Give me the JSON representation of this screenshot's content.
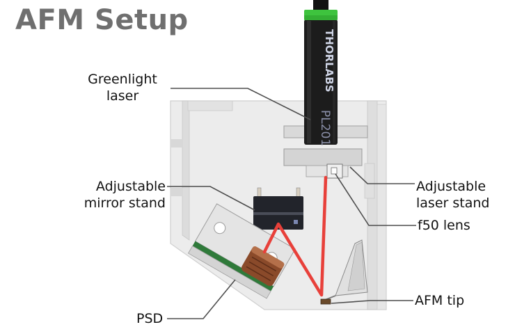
{
  "title": "AFM Setup",
  "labels": {
    "greenlight_laser": [
      "Greenlight",
      "laser"
    ],
    "adjustable_mirror_stand": [
      "Adjustable",
      "mirror stand"
    ],
    "adjustable_laser_stand": [
      "Adjustable",
      "laser stand"
    ],
    "f50_lens": "f50 lens",
    "psd": "PSD",
    "afm_tip": "AFM tip"
  },
  "laser_brand": {
    "logo": "THORLABS",
    "model": "PL201"
  },
  "colors": {
    "title": "#6f6f6f",
    "laser_beam": "#e8403a",
    "laser_cap": "#3ec33e",
    "laser_body": "#1c1c1c",
    "frame": "#e6e6e6",
    "pcb_green": "#2f7a3a",
    "copper": "#8a4a2a"
  }
}
